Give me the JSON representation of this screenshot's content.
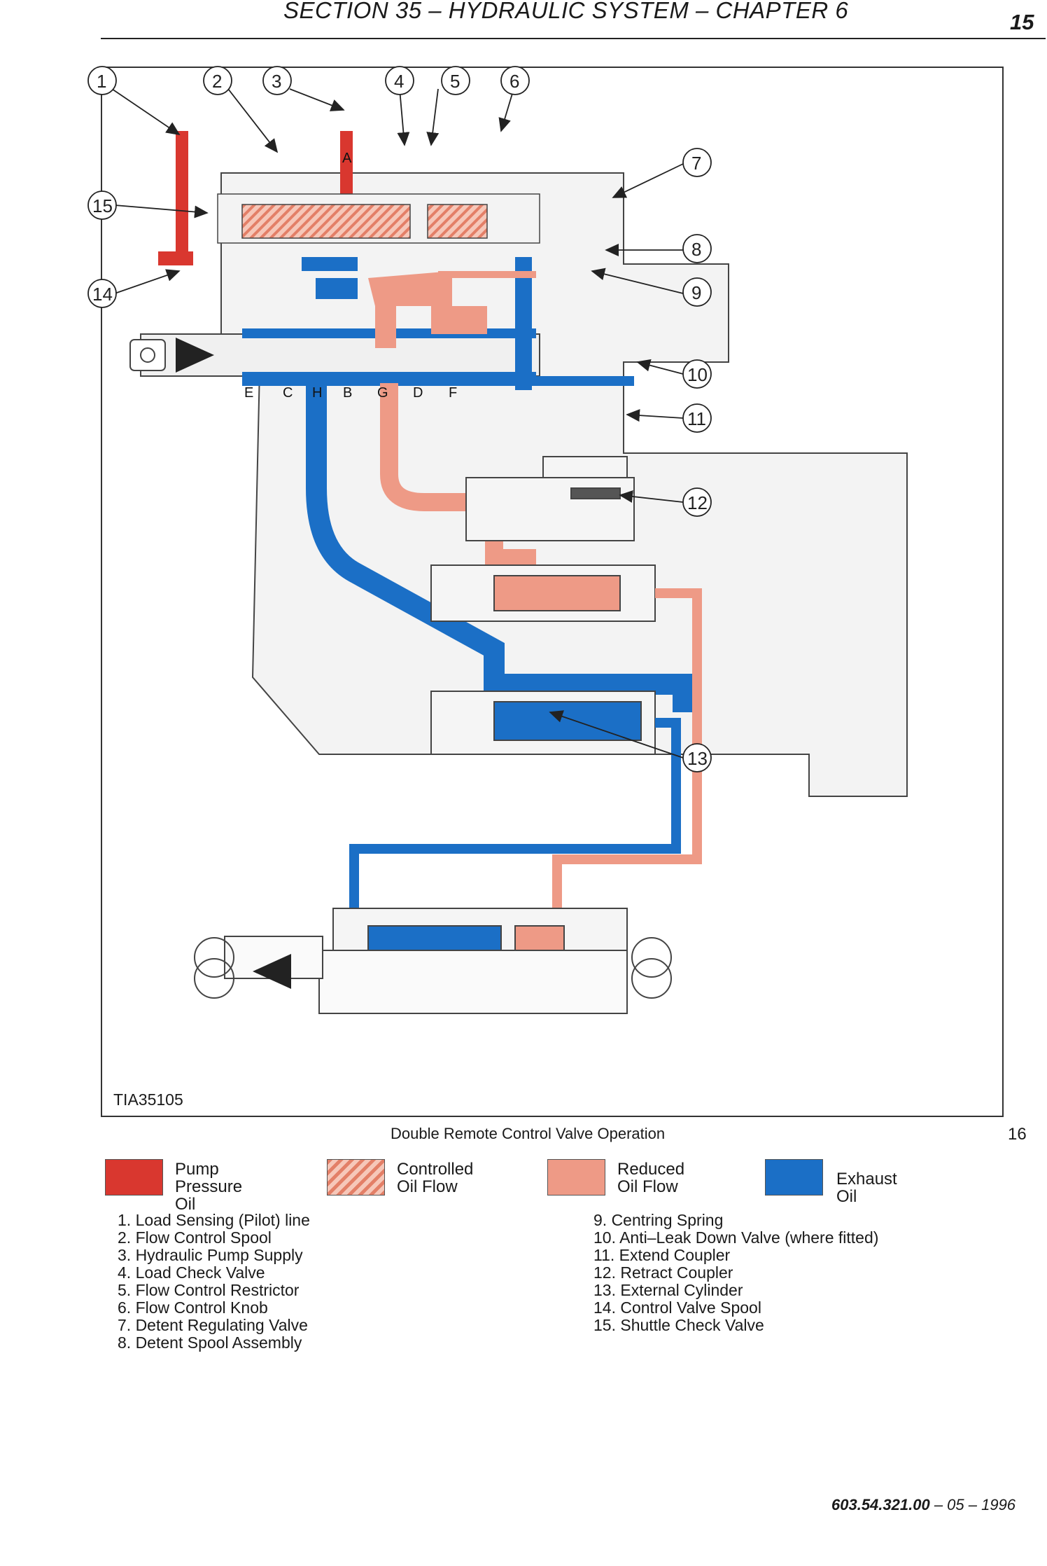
{
  "header": {
    "title": "SECTION 35 – HYDRAULIC SYSTEM – CHAPTER 6",
    "page": "15"
  },
  "figure": {
    "id_label": "TIA35105",
    "caption": "Double Remote Control Valve Operation",
    "number": "16",
    "callouts": [
      "1",
      "2",
      "3",
      "4",
      "5",
      "6",
      "7",
      "8",
      "9",
      "10",
      "11",
      "12",
      "13",
      "14",
      "15"
    ],
    "port_letters": [
      "E",
      "C",
      "H",
      "B",
      "G",
      "D",
      "F"
    ],
    "supply_letter": "A"
  },
  "legend": [
    {
      "label": "Pump\nPressure Oil",
      "color": "#d9372f",
      "pattern": "solid"
    },
    {
      "label": "Controlled\nOil Flow",
      "color": "#ee9a86",
      "pattern": "hatched"
    },
    {
      "label": "Reduced\nOil Flow",
      "color": "#ee9a86",
      "pattern": "solid"
    },
    {
      "label": "Exhaust Oil",
      "color": "#1b6fc6",
      "pattern": "solid"
    }
  ],
  "parts_left": [
    "1. Load Sensing (Pilot) line",
    "2. Flow Control Spool",
    "3. Hydraulic Pump Supply",
    "4.  Load Check Valve",
    "5. Flow Control Restrictor",
    "6.  Flow Control Knob",
    "7. Detent Regulating Valve",
    "8. Detent Spool Assembly"
  ],
  "parts_right": [
    "9. Centring Spring",
    "10. Anti–Leak Down Valve (where fitted)",
    "11. Extend Coupler",
    "12. Retract Coupler",
    "13. External Cylinder",
    "14. Control Valve Spool",
    "15. Shuttle Check Valve"
  ],
  "footer": {
    "code": "603.54.321.00",
    "rest": " – 05 – 1996"
  },
  "colors": {
    "pump": "#d9372f",
    "reduced": "#ee9a86",
    "exhaust": "#1b6fc6",
    "body": "#f2f2f2"
  }
}
